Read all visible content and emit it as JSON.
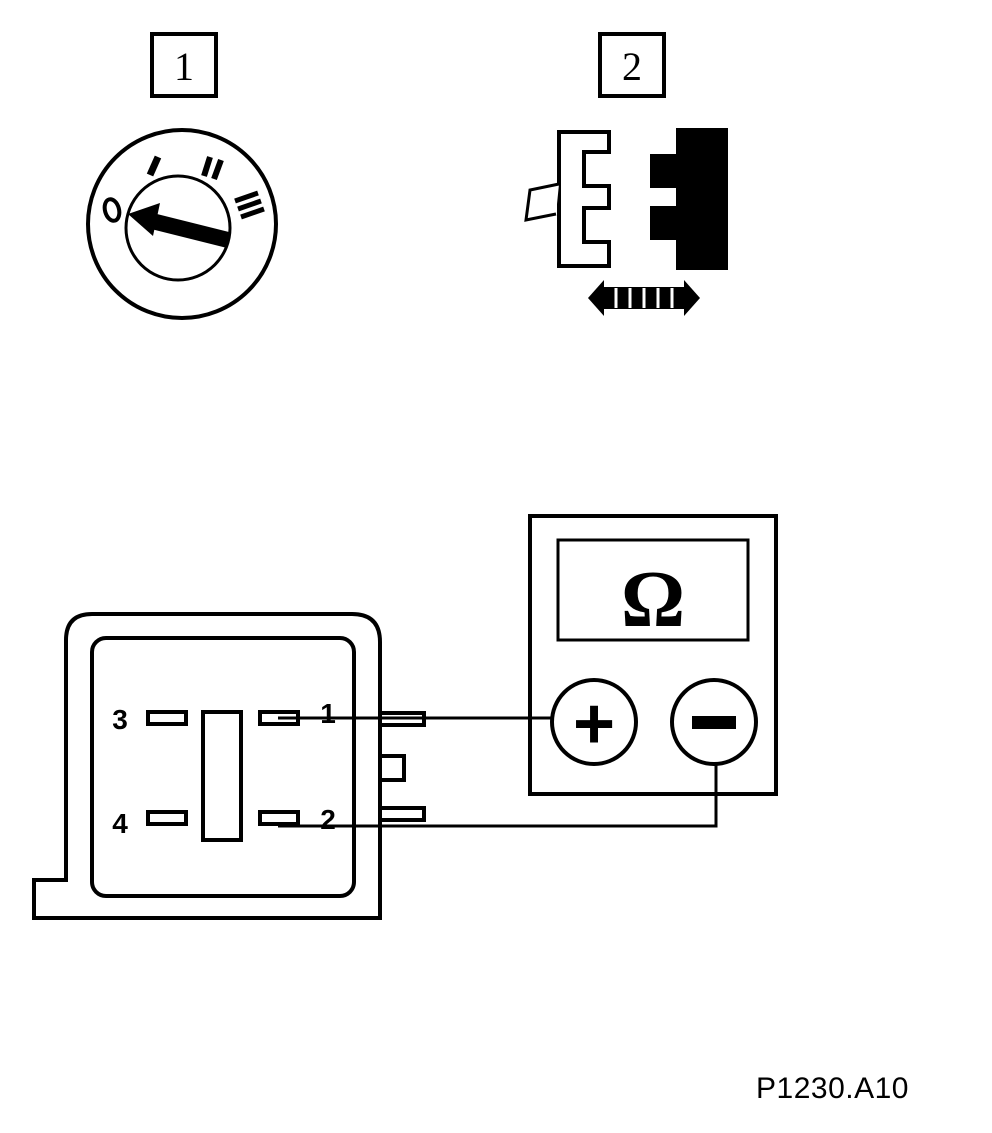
{
  "step_labels": {
    "step1": "1",
    "step2": "2"
  },
  "ignition_switch": {
    "positions": [
      "0",
      "I",
      "II",
      "III"
    ],
    "pointer_position": "0"
  },
  "connector": {
    "pins": [
      {
        "id": "3",
        "label": "3"
      },
      {
        "id": "1",
        "label": "1"
      },
      {
        "id": "4",
        "label": "4"
      },
      {
        "id": "2",
        "label": "2"
      }
    ]
  },
  "meter": {
    "display_symbol": "Ω",
    "positive_terminal": "+",
    "negative_terminal": "−"
  },
  "reference_code": "P1230.A10",
  "colors": {
    "ink": "#000000",
    "paper": "#ffffff"
  }
}
